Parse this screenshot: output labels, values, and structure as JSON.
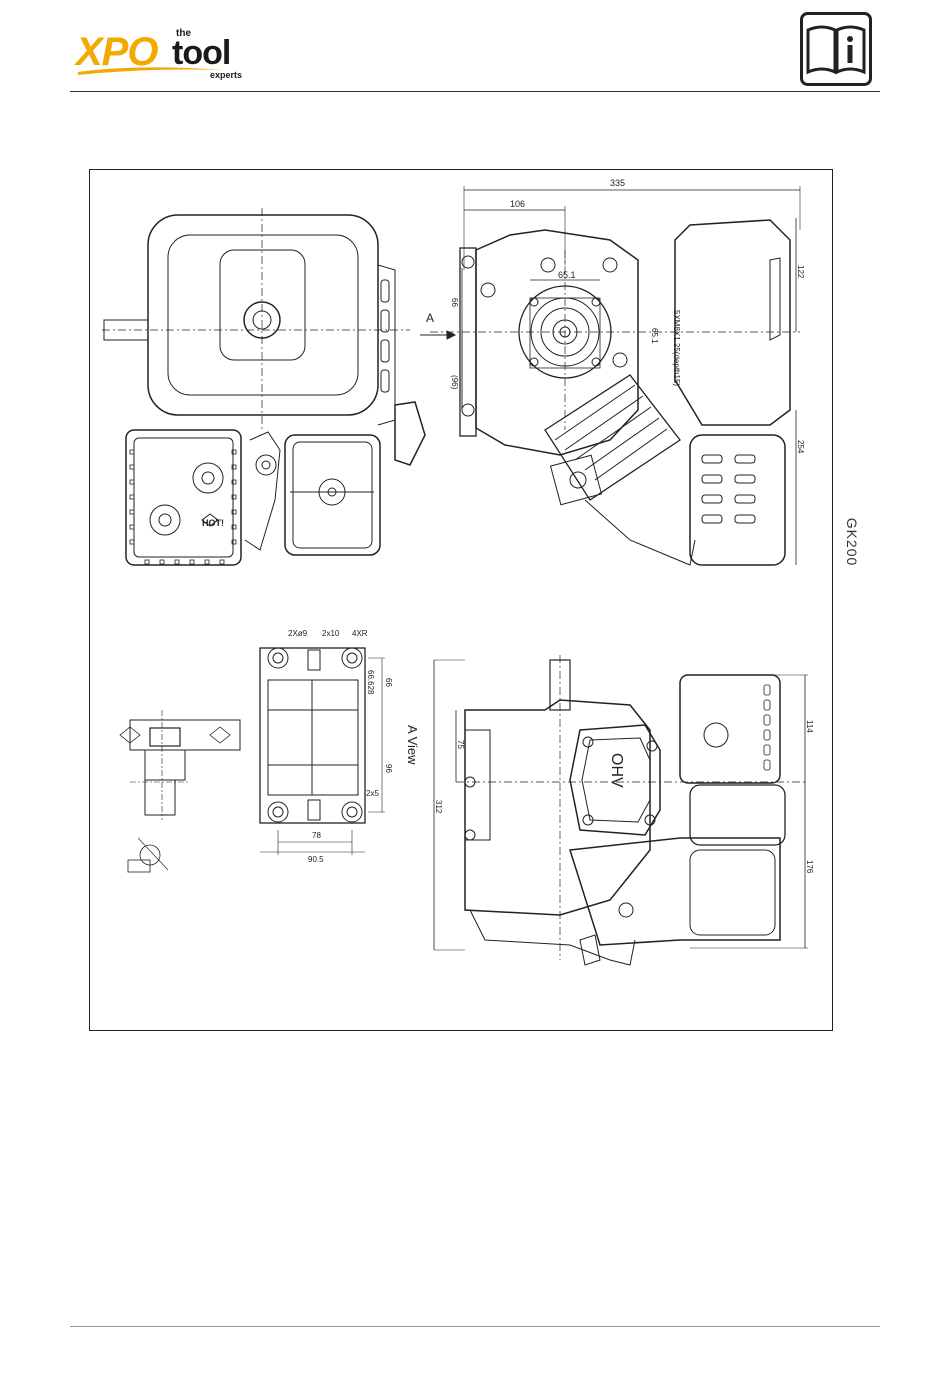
{
  "header": {
    "logo": {
      "brand": "XPO",
      "the": "the",
      "tool": "tool",
      "experts": "experts"
    },
    "info_icon": "info-manual-icon"
  },
  "drawing": {
    "model": "GK200",
    "view_arrow_label": "A",
    "view_label": "A View",
    "ohv_label": "OHV",
    "hot_label": "HOT!",
    "dimensions": {
      "overall_length": "335",
      "d106": "106",
      "d65_1": "65.1",
      "d66": "66",
      "d96_paren": "(96)",
      "d122": "122",
      "d254": "254",
      "d65_1b": "65.1",
      "thread": "5XM8X1.25(depth15)",
      "bolt_2x9": "2Xø9",
      "bolt_2x10": "2x10",
      "bolt_4xr": "4XR",
      "d66b": "66",
      "d66_628": "66.628",
      "d96": "96",
      "d2x5": "2x5",
      "d78": "78",
      "d90_5": "90.5",
      "d312": "312",
      "d75": "75",
      "d114": "114",
      "d176": "176"
    }
  },
  "colors": {
    "logo_orange": "#f2a900",
    "ink": "#1a1a1a"
  }
}
